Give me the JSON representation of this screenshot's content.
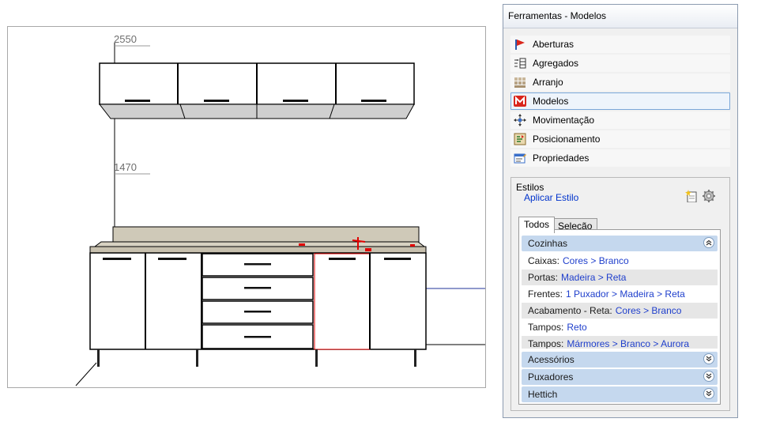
{
  "viewport": {
    "dimensions": [
      "2550",
      "1470"
    ]
  },
  "panel": {
    "title": "Ferramentas - Modelos",
    "tools": [
      {
        "label": "Aberturas",
        "icon": "aberturas-icon"
      },
      {
        "label": "Agregados",
        "icon": "agregados-icon"
      },
      {
        "label": "Arranjo",
        "icon": "arranjo-icon"
      },
      {
        "label": "Modelos",
        "icon": "modelos-icon"
      },
      {
        "label": "Movimentação",
        "icon": "movimentacao-icon"
      },
      {
        "label": "Posicionamento",
        "icon": "posicionamento-icon"
      },
      {
        "label": "Propriedades",
        "icon": "propriedades-icon"
      }
    ],
    "selected_tool": "Modelos",
    "styles": {
      "legend": "Estilos",
      "apply_label": "Aplicar Estilo",
      "tabs": [
        "Todos",
        "Seleção"
      ],
      "active_tab": "Todos",
      "categories": [
        {
          "name": "Cozinhas",
          "expanded": true,
          "rows": [
            {
              "key": "Caixas:",
              "value": "Cores > Branco"
            },
            {
              "key": "Portas:",
              "value": "Madeira > Reta"
            },
            {
              "key": "Frentes:",
              "value": "1 Puxador > Madeira > Reta"
            },
            {
              "key": "Acabamento - Reta:",
              "value": "Cores > Branco"
            },
            {
              "key": "Tampos:",
              "value": "Reto"
            },
            {
              "key": "Tampos:",
              "value": "Mármores > Branco > Aurora"
            }
          ]
        },
        {
          "name": "Acessórios",
          "expanded": false
        },
        {
          "name": "Puxadores",
          "expanded": false
        },
        {
          "name": "Hettich",
          "expanded": false
        }
      ]
    }
  }
}
